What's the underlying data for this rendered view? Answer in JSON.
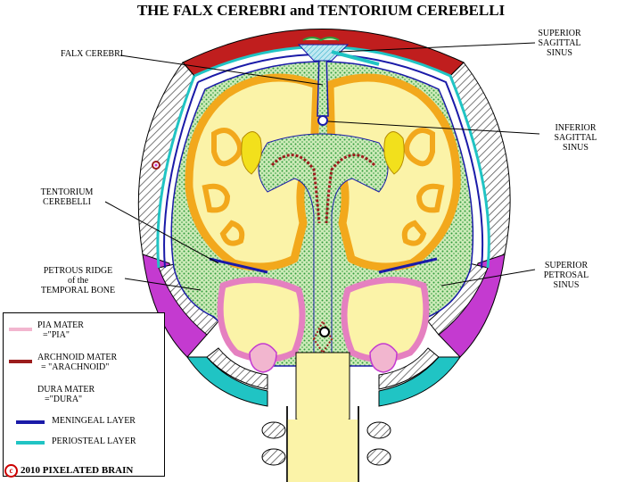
{
  "title": "THE FALX CEREBRI and TENTORIUM CEREBELLI",
  "labels": {
    "falx_cerebri": "FALX CEREBRI",
    "superior_sagittal_sinus": [
      "SUPERIOR",
      "SAGITTAL",
      "SINUS"
    ],
    "inferior_sagittal_sinus": [
      "INFERIOR",
      "SAGITTAL",
      "SINUS"
    ],
    "tentorium_cerebelli": [
      "TENTORIUM",
      "CEREBELLI"
    ],
    "petrous_ridge": [
      "PETROUS RIDGE",
      "of the",
      "TEMPORAL BONE"
    ],
    "superior_petrosal_sinus": [
      "SUPERIOR",
      "PETROSAL",
      "SINUS"
    ]
  },
  "legend": {
    "items": [
      {
        "name": "PIA MATER",
        "alias": "=\"PIA\"",
        "color": "#f2b6cf"
      },
      {
        "name": "ARCHNOID MATER",
        "alias": "= \"ARACHNOID\"",
        "color": "#9b1c1c"
      },
      {
        "name": "DURA MATER",
        "alias": "=\"DURA\"",
        "color": null
      },
      {
        "name": "MENINGEAL LAYER",
        "alias": "",
        "color": "#1a1aa8"
      },
      {
        "name": "PERIOSTEAL LAYER",
        "alias": "",
        "color": "#20c4c4"
      }
    ]
  },
  "copyright": {
    "symbol": "c",
    "text": "2010 PIXELATED BRAIN"
  },
  "colors": {
    "skull": "#8a8a5a",
    "scalp_red": "#c01e1e",
    "scalp_magenta": "#c43ad0",
    "periosteal": "#20c4c4",
    "meningeal": "#1a1aa8",
    "subarachnoid": "#b9e3a6",
    "dots": "#2f9b3a",
    "brain": "#fbf3a8",
    "cortex": "#f2a81c",
    "pia": "#f2b6cf",
    "arachnoid": "#9b1c1c"
  }
}
